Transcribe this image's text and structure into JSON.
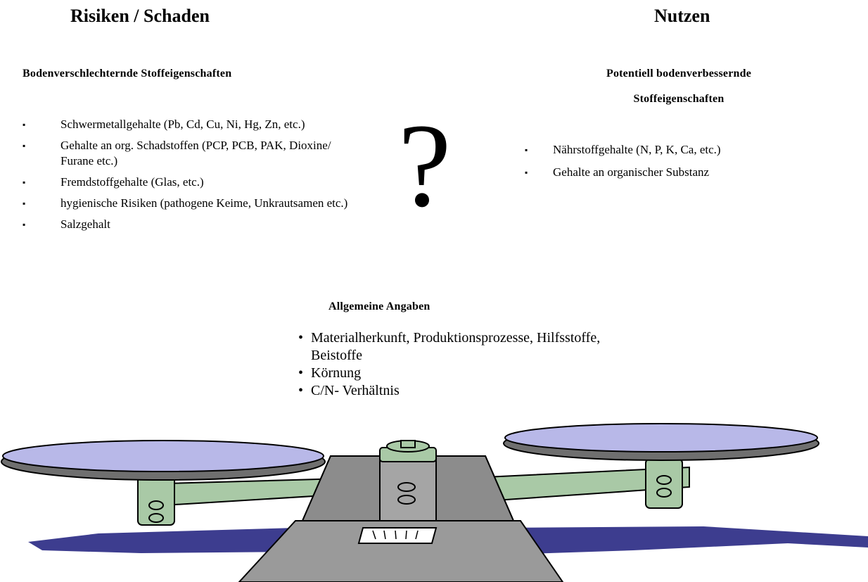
{
  "left": {
    "heading": "Risiken / Schaden",
    "subheading": "Bodenverschlechternde Stoffeigenschaften",
    "items": [
      "Schwermetallgehalte (Pb, Cd, Cu, Ni, Hg, Zn, etc.)",
      "Gehalte an org. Schadstoffen (PCP, PCB, PAK, Dioxine/ Furane etc.)",
      "Fremdstoffgehalte (Glas, etc.)",
      "hygienische Risiken (pathogene Keime, Unkrautsamen etc.)",
      "Salzgehalt"
    ]
  },
  "right": {
    "heading": "Nutzen",
    "subheading_line1": "Potentiell bodenverbessernde",
    "subheading_line2": "Stoffeigenschaften",
    "items": [
      "Nährstoffgehalte (N, P, K, Ca, etc.)",
      "Gehalte an organischer Substanz"
    ]
  },
  "center": {
    "question_mark": "?",
    "heading": "Allgemeine Angaben",
    "items": [
      "Materialherkunft, Produktionsprozesse, Hilfsstoffe, Beistoffe",
      "Körnung",
      "C/N- Verhältnis"
    ]
  },
  "colors": {
    "pan": "#b8b8e8",
    "body": "#9a9a9a",
    "arm": "#a9c9a6",
    "shadow": "#3d3d8f",
    "outline": "#000000"
  }
}
